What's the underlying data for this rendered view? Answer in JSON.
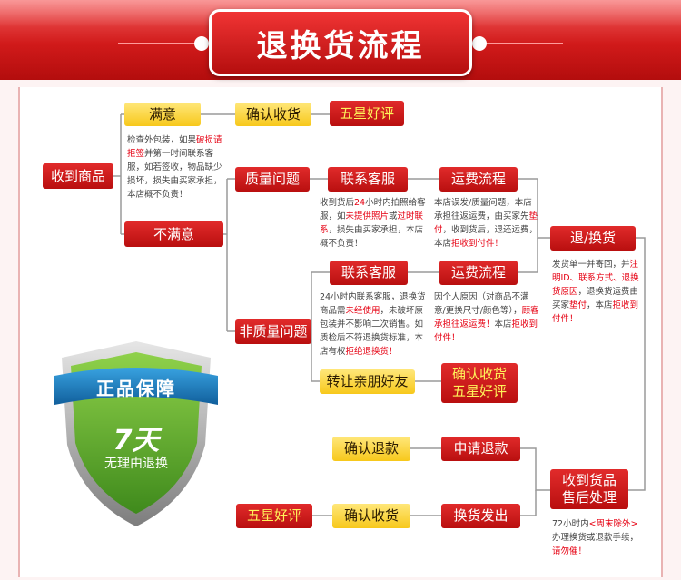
{
  "header": {
    "title": "退换货流程"
  },
  "nodes": {
    "received": "收到商品",
    "satisfied": "满意",
    "confirm_receipt_top": "确认收货",
    "five_star_top": "五星好评",
    "unsatisfied": "不满意",
    "quality_issue": "质量问题",
    "contact_cs_1": "联系客服",
    "shipping_flow_1": "运费流程",
    "contact_cs_2": "联系客服",
    "shipping_flow_2": "运费流程",
    "non_quality_issue": "非质量问题",
    "return_exchange": "退/换货",
    "transfer_friends": "转让亲朋好友",
    "confirm_receipt_mid_1": "确认收货",
    "confirm_receipt_mid_2": "五星好评",
    "confirm_refund": "确认退款",
    "apply_refund": "申请退款",
    "received_goods_1": "收到货品",
    "received_goods_2": "售后处理",
    "five_star_bottom": "五星好评",
    "confirm_receipt_bottom": "确认收货",
    "exchange_ship": "换货发出"
  },
  "notes": {
    "inspect": [
      "检查外包装，如果",
      "破损",
      "请拒签",
      "并第一时间联系客服，如若签收，物品缺少损坏，损失由买家承担，本店概不负责！"
    ],
    "quality_cs": [
      "收到货后",
      "24",
      "小时内拍照给客服，如",
      "未提供照片",
      "或",
      "过时联系",
      "，损失由买家承担，本店概不负责！"
    ],
    "quality_shipping": [
      "本店误发/质量问题，本店承担往返运费，由买家先",
      "垫付",
      "，收到货后，退还运费，本店",
      "拒收到付件！"
    ],
    "nonquality_cs": [
      "24小时内联系客服，退换货商品需",
      "未经使用",
      "，未破坏原包装并不影响二次销售。如质检后不符退换货标准，本店有权",
      "拒绝退换货！"
    ],
    "nonquality_shipping": [
      "因个人原因（对商品不满意/更换尺寸/颜色等），",
      "顾客承担往返运费！",
      "本店",
      "拒收到付件！"
    ],
    "return_note": [
      "发货单一并寄回，并",
      "注明ID、联系方式、退换货原因",
      "，退换货运费由买家",
      "垫付",
      "，本店",
      "拒收到付件！"
    ],
    "after_sale": [
      "72小时内",
      "<周末除外>",
      "办理换货或退款手续，",
      "请勿催！"
    ]
  },
  "badge": {
    "ribbon": "正品保障",
    "days": "7天",
    "subtitle": "无理由退换"
  },
  "colors": {
    "red": "#c8161d",
    "yellow": "#f7c81b",
    "shield_green": "#5aa528",
    "ribbon_blue": "#1d7fc0",
    "line": "#9a9a9a"
  }
}
